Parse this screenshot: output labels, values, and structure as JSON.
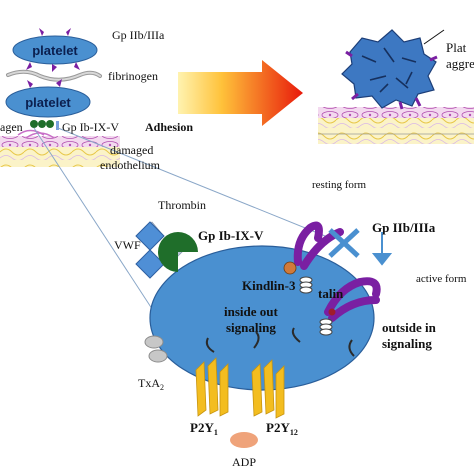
{
  "labels": {
    "platelet_top": "platelet",
    "platelet_bottom": "platelet",
    "gp_iib_iiia_top": "Gp IIb/IIIa",
    "fibrinogen": "fibrinogen",
    "collagen": "agen",
    "gp_ib_ix_v_small": "Gp Ib-IX-V",
    "adhesion": "Adhesion",
    "damaged": "damaged",
    "endothelium": "endothelium",
    "aggregation_1": "Plat",
    "aggregation_2": "aggreg",
    "resting_form": "resting form",
    "thrombin": "Thrombin",
    "vwf": "VWF",
    "gp_ib_ix_v": "Gp Ib-IX-V",
    "gp_iib_iiia": "Gp IIb/IIIa",
    "kindlin": "Kindlin-3",
    "talin": "talin",
    "active_form": "active form",
    "inside_out_1": "inside out",
    "inside_out_2": "signaling",
    "outside_in_1": "outside in",
    "outside_in_2": "signaling",
    "txa2_base": "TxA",
    "txa2_sub": "2",
    "p2y1_base": "P2Y",
    "p2y1_sub": "1",
    "p2y12_base": "P2Y",
    "p2y12_sub": "12",
    "adp": "ADP"
  },
  "colors": {
    "platelet_fill": "#4a90d0",
    "integrin": "#7a1fa2",
    "vwf": "#4f8fd6",
    "gpib": "#1f6e2a",
    "receptor": "#f3bd1f",
    "adp": "#efa37a",
    "arrow_start": "#ffe082",
    "arrow_end": "#e8190b"
  }
}
